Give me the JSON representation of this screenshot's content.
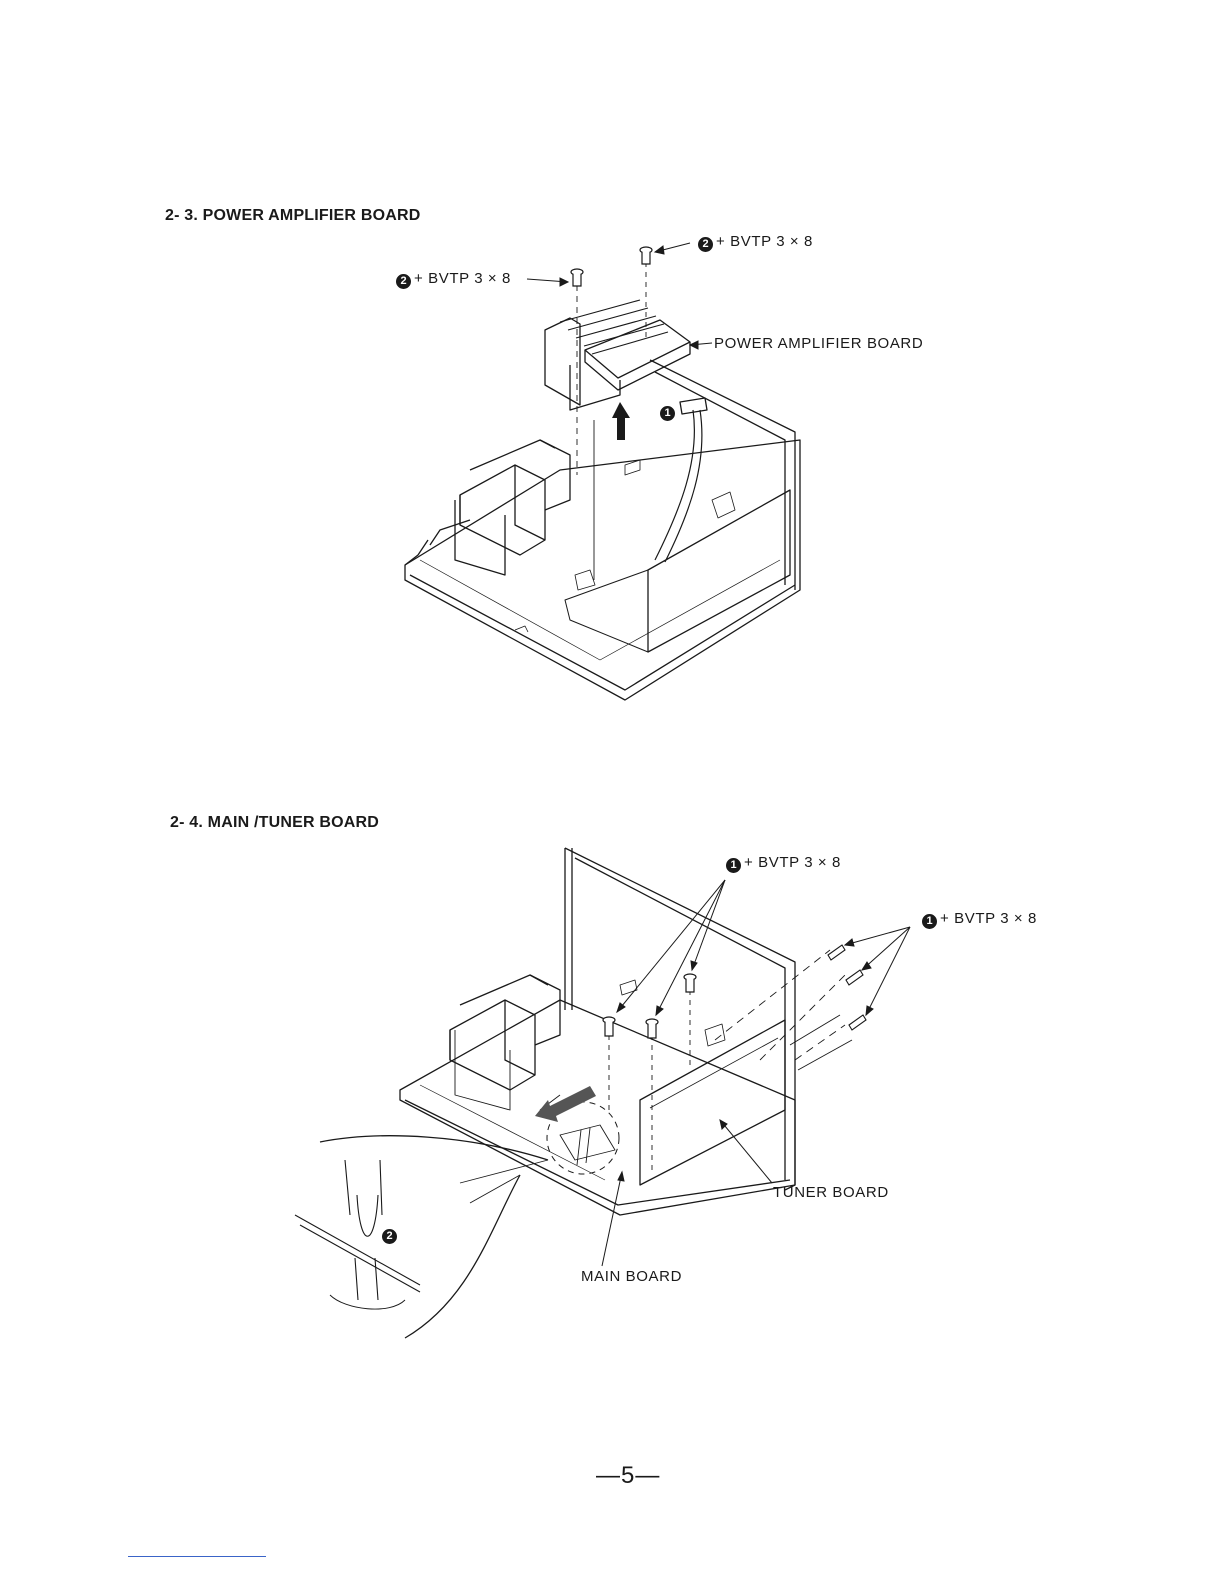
{
  "sections": [
    {
      "title": "2- 3. POWER AMPLIFIER BOARD",
      "callouts": {
        "screw_right": {
          "num": "2",
          "text": "+ BVTP  3 × 8"
        },
        "screw_left": {
          "num": "2",
          "text": "+ BVTP  3 × 8"
        },
        "board": "POWER  AMPLIFIER  BOARD",
        "connector": {
          "num": "1"
        }
      }
    },
    {
      "title": "2- 4. MAIN /TUNER BOARD",
      "callouts": {
        "screws_top": {
          "num": "1",
          "text": "+ BVTP  3 × 8"
        },
        "screws_side": {
          "num": "1",
          "text": "+ BVTP  3 × 8"
        },
        "tuner": "TUNER  BOARD",
        "main": "MAIN  BOARD",
        "detail": {
          "num": "2"
        }
      }
    }
  ],
  "page_number": "—5—",
  "colors": {
    "ink": "#1a1a1a",
    "footer_rule": "#3a64c8"
  }
}
